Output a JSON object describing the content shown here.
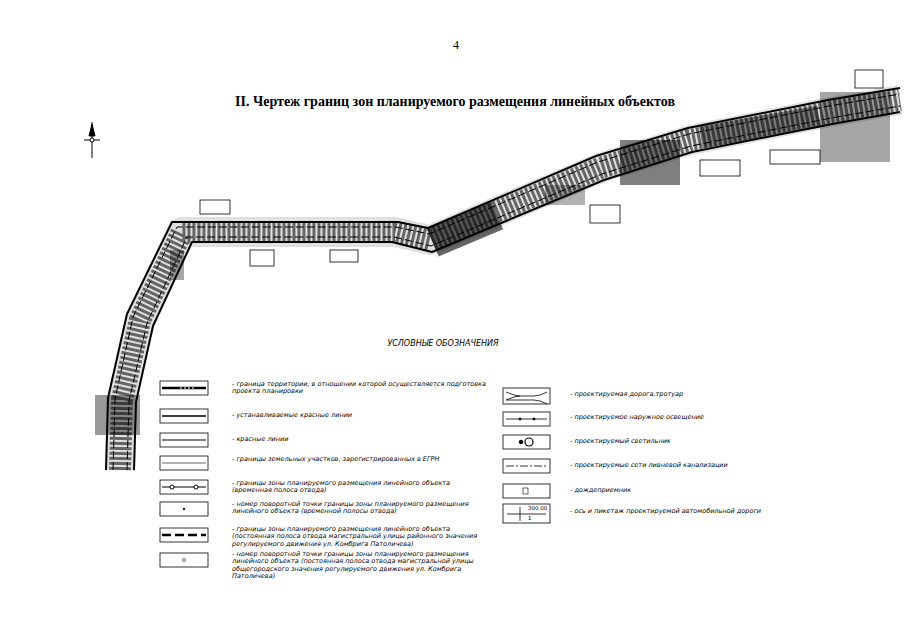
{
  "diagram": {
    "title": "II. Чертеж границ зон планируемого размещения линейных объектов",
    "labels": [
      "4",
      "УСЛОВНЫЕ ОБОЗНАЧЕНИЯ",
      "300.00",
      "1"
    ],
    "legend": [
      {
        "text": "- граница территории, в отношении которой осуществляется подготовка проекта планировки"
      },
      {
        "text": "- устанавливаемые красные линии"
      },
      {
        "text": "- красные линии"
      },
      {
        "text": "- границы земельных участков, зарегистрированных в ЕГРН"
      },
      {
        "text": "- границы зоны планируемого размещения линейного объекта (временная полоса отвода)"
      },
      {
        "text": "- номер поворотной точки границы зоны планируемого размещения линейного объекта (временной полосы отвода)"
      },
      {
        "text": "- границы зоны планируемого размещения линейного объекта (постоянная полоса отвода магистральной улицы районного значения регулируемого движения ул. Комбрига Патоличева)"
      },
      {
        "text": "- номер поворотной точки границы зоны планируемого размещения линейного объекта (постоянная полоса отвода магистральной улицы общегородского значения регулируемого движения ул. Комбрига Патоличева)"
      },
      {
        "text": "- проектируемая дорога,тротуар"
      },
      {
        "text": "- проектируемое наружное освещение"
      },
      {
        "text": "- проектируемый светильник"
      },
      {
        "text": "- проектируемые сети ливневой канализации"
      },
      {
        "text": "- дождеприемник"
      },
      {
        "text": "- ось и пикетаж проектируемой автомобильной дороги"
      }
    ]
  }
}
